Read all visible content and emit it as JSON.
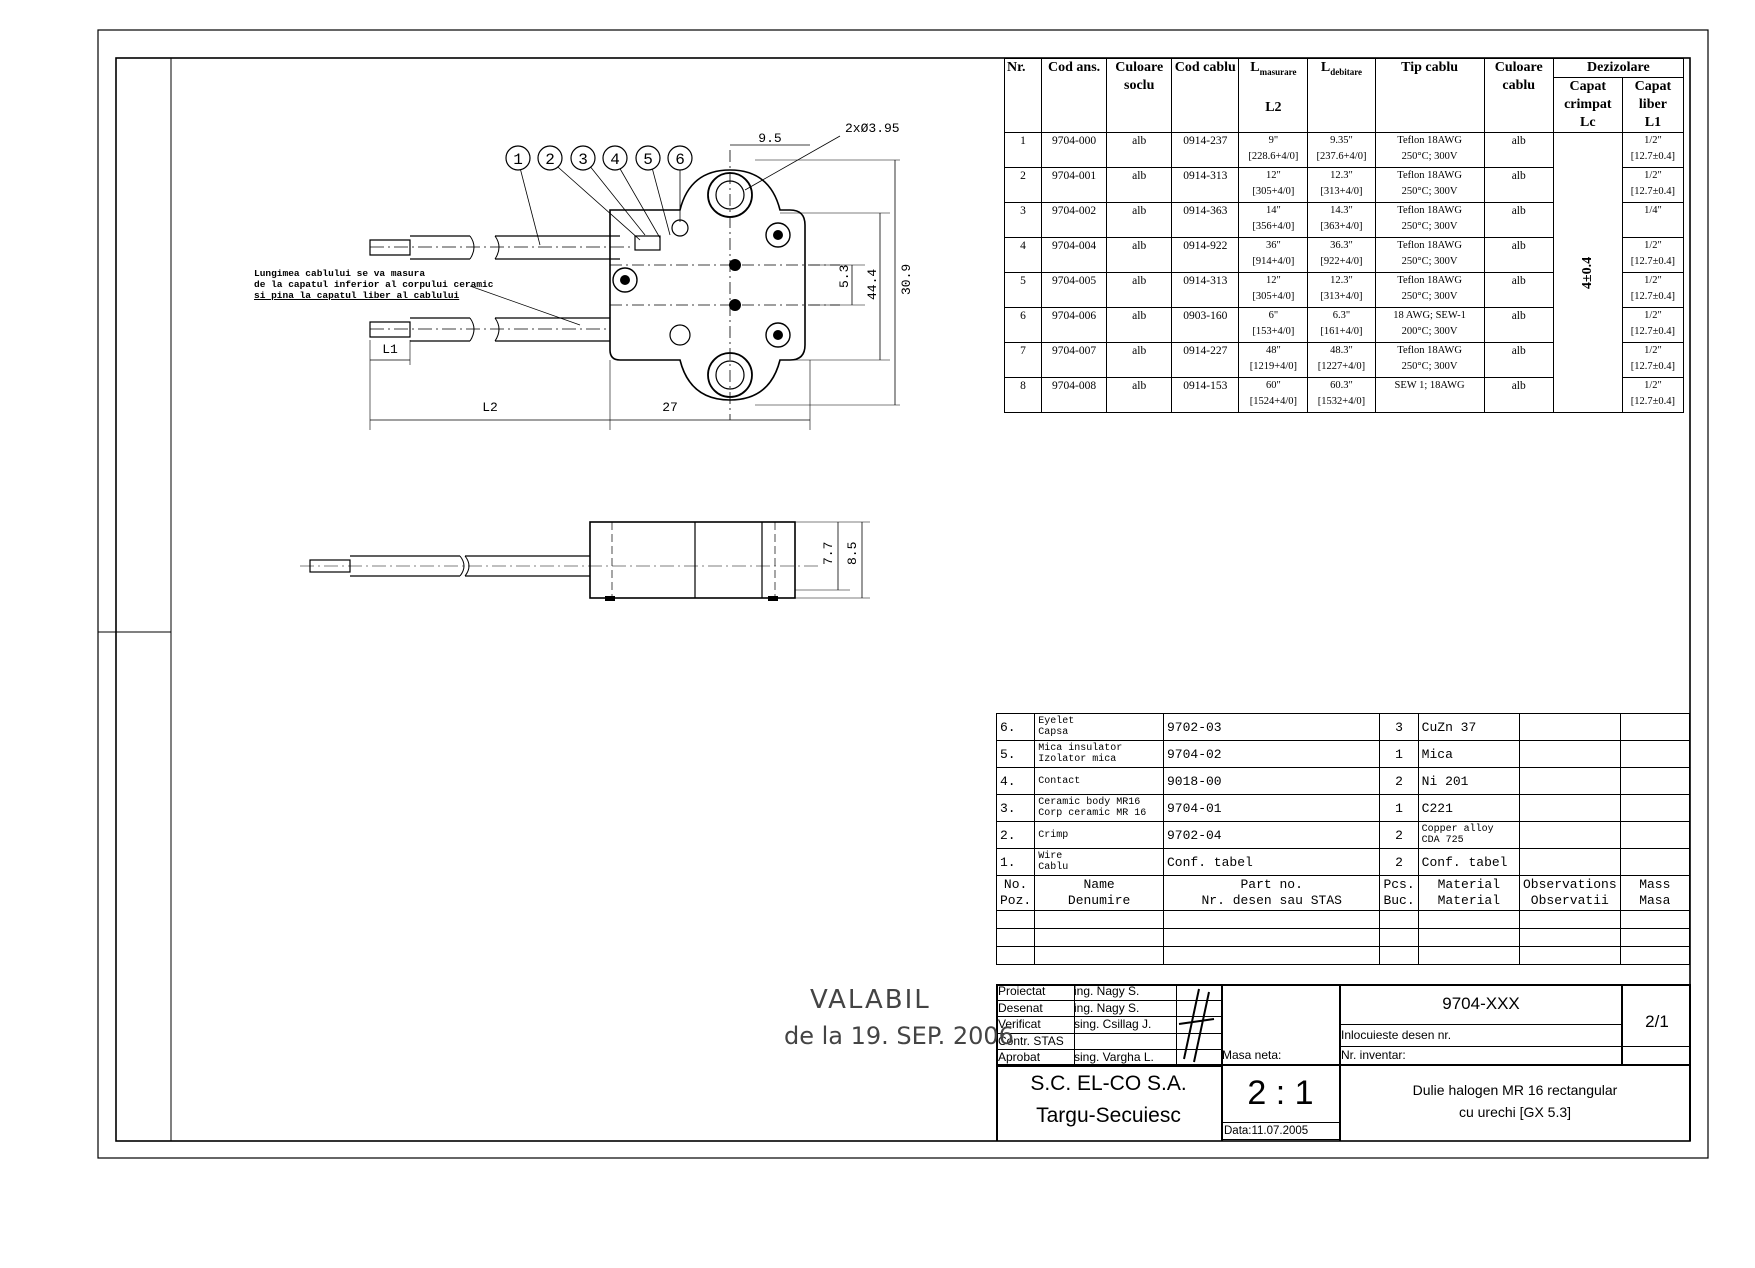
{
  "drawing": {
    "dimensions": {
      "d95": "9.5",
      "holes": "2xØ3.95",
      "d53": "5.3",
      "d444": "44.4",
      "d309": "30.9",
      "L1": "L1",
      "L2": "L2",
      "d27": "27",
      "d77": "7.7",
      "d85": "8.5"
    },
    "callouts": [
      "1",
      "2",
      "3",
      "4",
      "5",
      "6"
    ],
    "note": [
      "Lungimea cablului se va masura",
      "de la capatul inferior al corpului ceramic",
      "si pina la capatul liber al cablului"
    ]
  },
  "variant_table": {
    "headers": {
      "nr": "Nr.",
      "cod_ans": "Cod ans.",
      "culoare_soclu": "Culoare soclu",
      "cod_cablu": "Cod cablu",
      "l_masurare": "L",
      "l_masurare_sub": "masurare",
      "l_masurare_sym": "L2",
      "l_debitare": "L",
      "l_debitare_sub": "debitare",
      "tip_cablu": "Tip cablu",
      "culoare_cablu": "Culoare cablu",
      "dezizolare": "Dezizolare",
      "capat_crimpat": "Capat crimpat",
      "capat_crimpat_sym": "Lc",
      "capat_liber": "Capat liber",
      "capat_liber_sym": "L1"
    },
    "lc_value": "4±0.4",
    "rows": [
      {
        "nr": "1",
        "cod": "9704-000",
        "soclu": "alb",
        "cablu": "0914-237",
        "lm1": "9\"",
        "lm2": "[228.6+4/0]",
        "ld1": "9.35\"",
        "ld2": "[237.6+4/0]",
        "tip1": "Teflon 18AWG",
        "tip2": "250°C; 300V",
        "culoare": "alb",
        "l1a": "1/2\"",
        "l1b": "[12.7±0.4]"
      },
      {
        "nr": "2",
        "cod": "9704-001",
        "soclu": "alb",
        "cablu": "0914-313",
        "lm1": "12\"",
        "lm2": "[305+4/0]",
        "ld1": "12.3\"",
        "ld2": "[313+4/0]",
        "tip1": "Teflon 18AWG",
        "tip2": "250°C; 300V",
        "culoare": "alb",
        "l1a": "1/2\"",
        "l1b": "[12.7±0.4]"
      },
      {
        "nr": "3",
        "cod": "9704-002",
        "soclu": "alb",
        "cablu": "0914-363",
        "lm1": "14\"",
        "lm2": "[356+4/0]",
        "ld1": "14.3\"",
        "ld2": "[363+4/0]",
        "tip1": "Teflon 18AWG",
        "tip2": "250°C; 300V",
        "culoare": "alb",
        "l1a": "1/4\"",
        "l1b": ""
      },
      {
        "nr": "4",
        "cod": "9704-004",
        "soclu": "alb",
        "cablu": "0914-922",
        "lm1": "36\"",
        "lm2": "[914+4/0]",
        "ld1": "36.3\"",
        "ld2": "[922+4/0]",
        "tip1": "Teflon 18AWG",
        "tip2": "250°C; 300V",
        "culoare": "alb",
        "l1a": "1/2\"",
        "l1b": "[12.7±0.4]"
      },
      {
        "nr": "5",
        "cod": "9704-005",
        "soclu": "alb",
        "cablu": "0914-313",
        "lm1": "12\"",
        "lm2": "[305+4/0]",
        "ld1": "12.3\"",
        "ld2": "[313+4/0]",
        "tip1": "Teflon 18AWG",
        "tip2": "250°C; 300V",
        "culoare": "alb",
        "l1a": "1/2\"",
        "l1b": "[12.7±0.4]"
      },
      {
        "nr": "6",
        "cod": "9704-006",
        "soclu": "alb",
        "cablu": "0903-160",
        "lm1": "6\"",
        "lm2": "[153+4/0]",
        "ld1": "6.3\"",
        "ld2": "[161+4/0]",
        "tip1": "18 AWG; SEW-1",
        "tip2": "200°C; 300V",
        "culoare": "alb",
        "l1a": "1/2\"",
        "l1b": "[12.7±0.4]"
      },
      {
        "nr": "7",
        "cod": "9704-007",
        "soclu": "alb",
        "cablu": "0914-227",
        "lm1": "48\"",
        "lm2": "[1219+4/0]",
        "ld1": "48.3\"",
        "ld2": "[1227+4/0]",
        "tip1": "Teflon 18AWG",
        "tip2": "250°C; 300V",
        "culoare": "alb",
        "l1a": "1/2\"",
        "l1b": "[12.7±0.4]"
      },
      {
        "nr": "8",
        "cod": "9704-008",
        "soclu": "alb",
        "cablu": "0914-153",
        "lm1": "60\"",
        "lm2": "[1524+4/0]",
        "ld1": "60.3\"",
        "ld2": "[1532+4/0]",
        "tip1": "SEW 1; 18AWG",
        "tip2": "",
        "culoare": "alb",
        "l1a": "1/2\"",
        "l1b": "[12.7±0.4]"
      }
    ]
  },
  "bom": {
    "rows": [
      {
        "no": "6.",
        "name1": "Eyelet",
        "name2": "Capsa",
        "part": "9702-03",
        "pcs": "3",
        "material": "CuZn 37",
        "material2": ""
      },
      {
        "no": "5.",
        "name1": "Mica insulator",
        "name2": "Izolator mica",
        "part": "9704-02",
        "pcs": "1",
        "material": "Mica",
        "material2": ""
      },
      {
        "no": "4.",
        "name1": "Contact",
        "name2": "",
        "part": "9018-00",
        "pcs": "2",
        "material": "Ni 201",
        "material2": ""
      },
      {
        "no": "3.",
        "name1": "Ceramic body MR16",
        "name2": "Corp ceramic MR 16",
        "part": "9704-01",
        "pcs": "1",
        "material": "C221",
        "material2": ""
      },
      {
        "no": "2.",
        "name1": "Crimp",
        "name2": "",
        "part": "9702-04",
        "pcs": "2",
        "material": "Copper alloy",
        "material2": "CDA 725"
      },
      {
        "no": "1.",
        "name1": "Wire",
        "name2": "Cablu",
        "part": "Conf. tabel",
        "pcs": "2",
        "material": "Conf. tabel",
        "material2": ""
      }
    ],
    "header": {
      "no1": "No.",
      "no2": "Poz.",
      "name1": "Name",
      "name2": "Denumire",
      "part1": "Part no.",
      "part2": "Nr. desen sau STAS",
      "pcs1": "Pcs.",
      "pcs2": "Buc.",
      "mat1": "Material",
      "mat2": "Material",
      "obs1": "Observations",
      "obs2": "Observatii",
      "mass1": "Mass",
      "mass2": "Masa"
    }
  },
  "title_block": {
    "roles": [
      {
        "role": "Proiectat",
        "name": "ing. Nagy S."
      },
      {
        "role": "Desenat",
        "name": "ing. Nagy S."
      },
      {
        "role": "Verificat",
        "name": "sing. Csillag J."
      },
      {
        "role": "Contr. STAS",
        "name": ""
      },
      {
        "role": "Aprobat",
        "name": "sing. Vargha L."
      }
    ],
    "masa_neta": "Masa neta:",
    "drawing_no": "9704-XXX",
    "sheet": "2/1",
    "replaces": "Inlocuieste desen nr.",
    "inventory": "Nr. inventar:",
    "company1": "S.C. EL-CO S.A.",
    "company2": "Targu-Secuiesc",
    "scale": "2 : 1",
    "date": "Data:11.07.2005",
    "title1": "Dulie halogen MR 16 rectangular",
    "title2": "cu urechi [GX 5.3]"
  },
  "stamp": {
    "line1": "VALABIL",
    "line2": "de la 19. SEP. 2006"
  }
}
